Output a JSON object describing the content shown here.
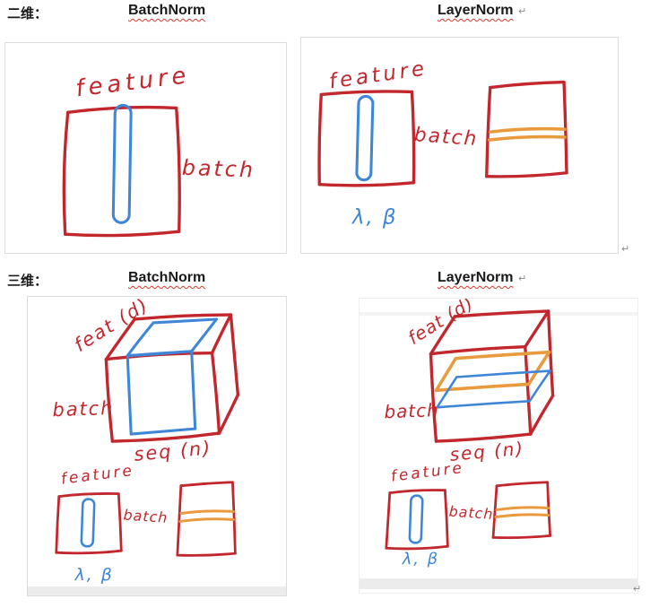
{
  "headings": {
    "row1_label": "二维：",
    "row2_label": "三维：",
    "batchnorm": "BatchNorm",
    "layernorm": "LayerNorm"
  },
  "marks": {
    "pilcrow": "↵"
  },
  "colors": {
    "heading_text": "#1a1a1a",
    "squiggle_red": "#d83a2e",
    "mark_gray": "#8a8a8a",
    "sketch_red": "#c2272d",
    "sketch_blue": "#3f87d6",
    "sketch_orange": "#e89a3c"
  },
  "sketch_labels": {
    "feature": "feature",
    "batch": "batch",
    "lambda_beta": "λ, β",
    "feat_d": "feat (d)",
    "seq_n": "seq (n)"
  }
}
